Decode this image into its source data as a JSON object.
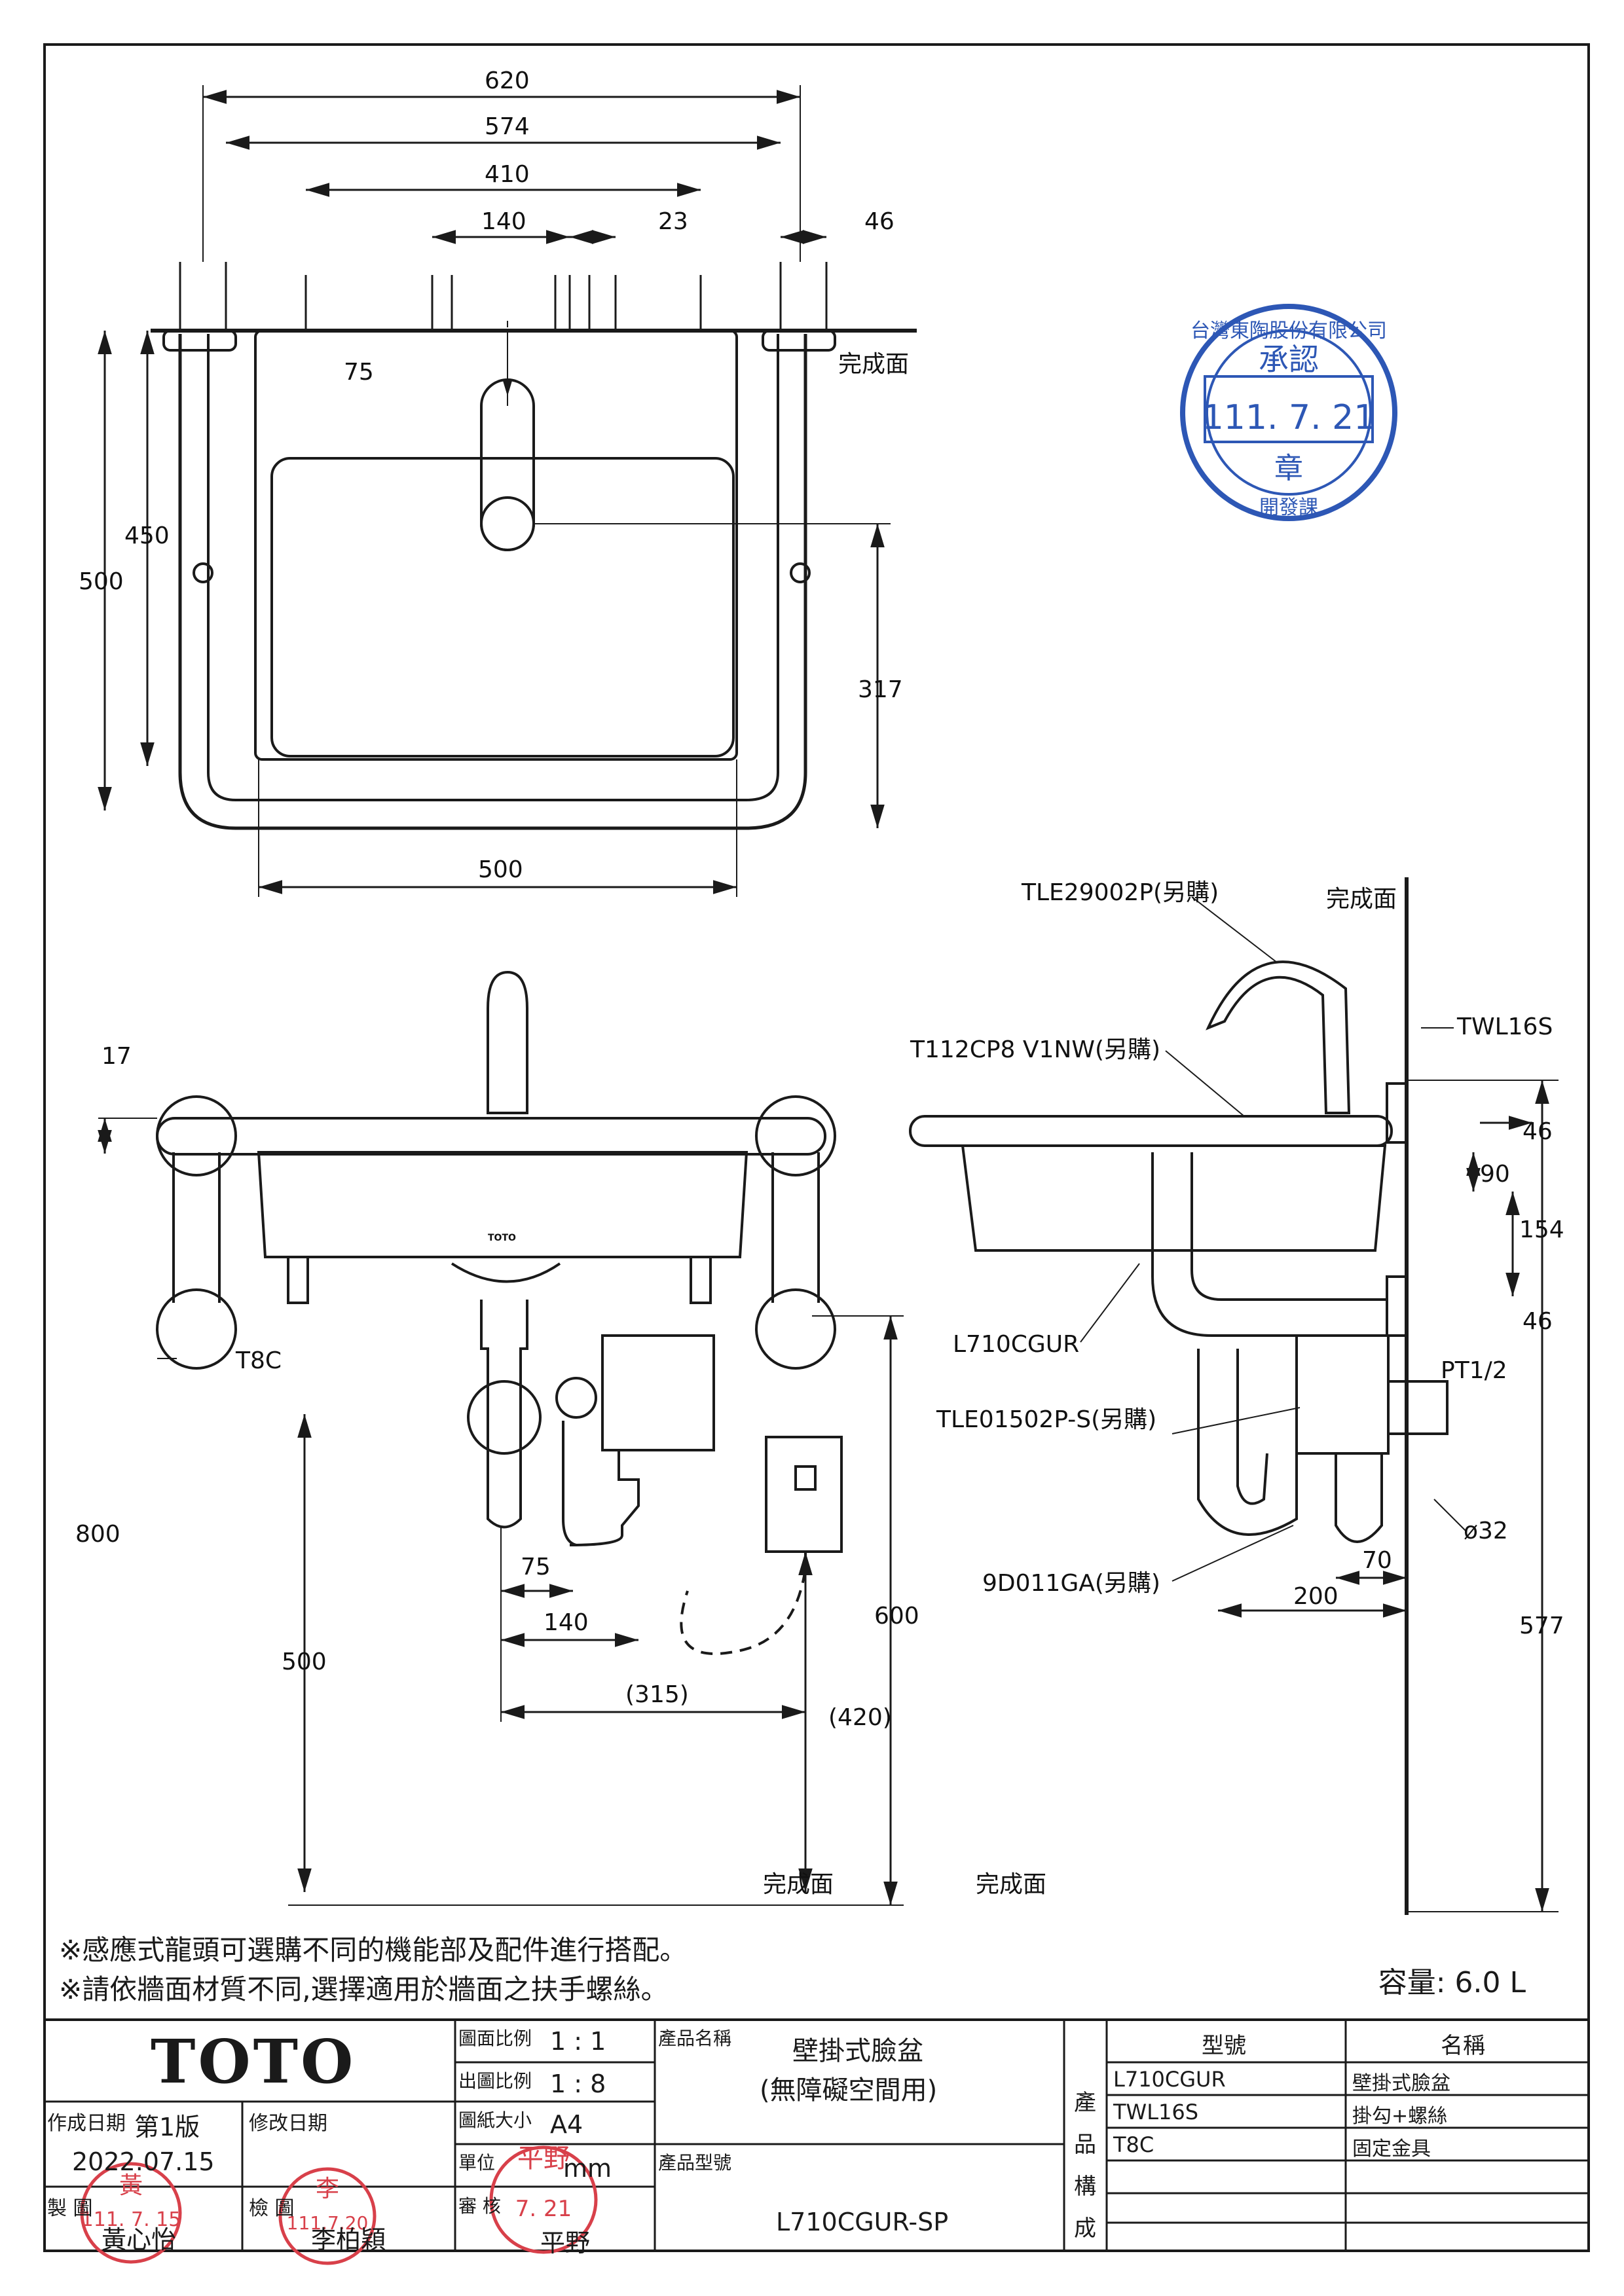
{
  "plan_view": {
    "dims": {
      "d620": "620",
      "d574": "574",
      "d410": "410",
      "d140": "140",
      "d23": "23",
      "d46": "46",
      "d75": "75",
      "d450": "450",
      "d500_left": "500",
      "d317": "317",
      "d500_bottom": "500"
    },
    "finish_surface": "完成面"
  },
  "front_view": {
    "dims": {
      "d17": "17",
      "d800": "800",
      "d500": "500",
      "d600": "600",
      "d420": "(420)",
      "d75": "75",
      "d140": "140",
      "d315": "(315)"
    },
    "labels": {
      "t8c": "T8C",
      "brand_mark": "TOTO"
    },
    "finish_surface": "完成面"
  },
  "side_view": {
    "labels": {
      "faucet": "TLE29002P(另購)",
      "trap_pipe": "T112CP8 V1NW(另購)",
      "twl": "TWL16S",
      "basin": "L710CGUR",
      "pt": "PT1/2",
      "sensor": "TLE01502P-S(另購)",
      "dia": "ø32",
      "trap": "9D011GA(另購)"
    },
    "dims": {
      "d46a": "46",
      "d90": "90",
      "d154": "154",
      "d46b": "46",
      "d70": "70",
      "d200": "200",
      "d577": "577"
    },
    "finish_top": "完成面",
    "finish_bottom": "完成面"
  },
  "stamp_approval": {
    "ring_text": "台灣東陶股份有限公司",
    "title": "承認",
    "date": "111. 7. 21",
    "seal": "章",
    "issuer": "開發課"
  },
  "notes": [
    "※感應式龍頭可選購不同的機能部及配件進行搭配。",
    "※請依牆面材質不同,選擇適用於牆面之扶手螺絲。"
  ],
  "capacity": "容量: 6.0 L",
  "title_block": {
    "company": "TOTO",
    "created_label": "作成日期",
    "edition": "第1版",
    "modified_label": "修改日期",
    "created_date": "2022.07.15",
    "drawer_label": "製 圖",
    "drawer_name": "黃心怡",
    "checker_label": "檢 圖",
    "checker_name": "李柏穎",
    "scale_label": "圖面比例",
    "scale_value": "1 : 1",
    "print_scale_label": "出圖比例",
    "print_scale_value": "1 : 8",
    "paper_label": "圖紙大小",
    "paper_value": "A4",
    "unit_label": "單位",
    "unit_value": "mm",
    "review_label": "審 核",
    "reviewer_name": "平野",
    "product_name_label": "產品名稱",
    "product_name": "壁掛式臉盆",
    "product_name_sub": "(無障礙空間用)",
    "product_code_label": "產品型號",
    "product_code": "L710CGUR-SP",
    "composition_label": "產品構成",
    "col_model": "型號",
    "col_name": "名稱",
    "rows": [
      {
        "model": "L710CGUR",
        "name": "壁掛式臉盆"
      },
      {
        "model": "TWL16S",
        "name": "掛勾+螺絲"
      },
      {
        "model": "T8C",
        "name": "固定金具"
      }
    ],
    "stamp_drawer_date": "111. 7. 15",
    "stamp_checker_date": "111.7.20",
    "stamp_review_date": "7. 21",
    "stamp_drawer_name": "黃",
    "stamp_checker_name": "李",
    "stamp_review_name": "平野"
  },
  "colors": {
    "line": "#1a1a1a",
    "stamp_blue": "#2d57b5",
    "stamp_red": "#d8404a"
  }
}
